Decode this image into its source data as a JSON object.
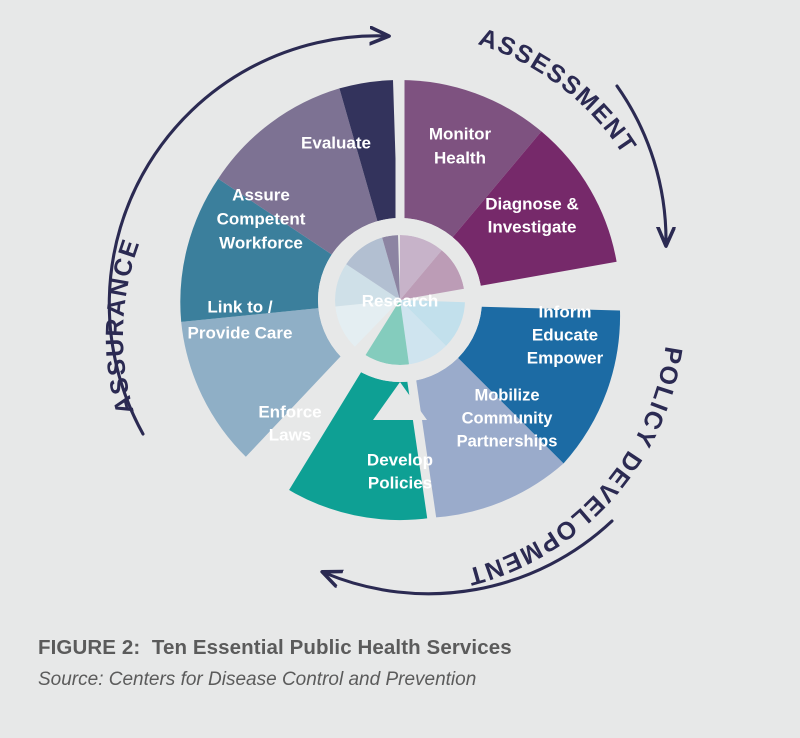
{
  "figure": {
    "caption_title": "FIGURE 2:  Ten Essential Public Health Services",
    "caption_source": "Source: Centers for Disease Control and Prevention",
    "background_color": "#e7e8e8",
    "arc_label_color": "#2b2a52",
    "caption_color": "#5b5b5b"
  },
  "arc_labels": [
    {
      "id": "assessment",
      "text": "ASSESSMENT"
    },
    {
      "id": "policy-development",
      "text": "POLICY DEVELOPMENT"
    },
    {
      "id": "assurance",
      "text": "ASSURANCE"
    }
  ],
  "hub": {
    "label": "Research"
  },
  "chart_data": {
    "type": "pie",
    "title": "Ten Essential Public Health Services",
    "subtitle": "Source: Centers for Disease Control and Prevention",
    "center_label": "Research",
    "legend": [
      "ASSESSMENT",
      "POLICY DEVELOPMENT",
      "ASSURANCE"
    ],
    "categories": [
      "Monitor Health",
      "Diagnose & Investigate",
      "Inform Educate Empower",
      "Mobilize Community Partnerships",
      "Develop Policies",
      "Enforce Laws",
      "Link to / Provide Care",
      "Assure Competent Workforce",
      "Evaluate"
    ],
    "values": [
      40,
      40,
      40,
      40,
      40,
      40,
      40,
      40,
      40
    ],
    "colors": [
      "#7e5280",
      "#76296a",
      "#1c6ba4",
      "#9aabcb",
      "#0ea094",
      "#8fafc6",
      "#3b7f9c",
      "#7d7293",
      "#33335c"
    ],
    "grid": false,
    "legend_position": "outer-ring"
  },
  "segments": [
    {
      "id": "monitor-health",
      "lines": [
        "Monitor",
        "Health"
      ],
      "color": "#7e5280",
      "inner_color": "#c7b3c9",
      "group": "ASSESSMENT",
      "start": -90,
      "end": -50
    },
    {
      "id": "diagnose-investigate",
      "lines": [
        "Diagnose &",
        "Investigate"
      ],
      "color": "#76296a",
      "inner_color": "#bc9cb6",
      "group": "ASSESSMENT",
      "start": -50,
      "end": -10
    },
    {
      "id": "inform-educate-empower",
      "lines": [
        "Inform",
        "Educate",
        "Empower"
      ],
      "color": "#1c6ba4",
      "inner_color": "#c2e0ec",
      "group": "POLICY DEVELOPMENT",
      "start": 2,
      "end": 42
    },
    {
      "id": "mobilize-community-partnerships",
      "lines": [
        "Mobilize",
        "Community",
        "Partnerships"
      ],
      "color": "#9aabcb",
      "inner_color": "#cfe4ef",
      "group": "POLICY DEVELOPMENT",
      "start": 42,
      "end": 82
    },
    {
      "id": "develop-policies",
      "lines": [
        "Develop",
        "Policies"
      ],
      "color": "#0ea094",
      "inner_color": "#84ccbd",
      "group": "POLICY DEVELOPMENT",
      "start": 82,
      "end": 122
    },
    {
      "id": "enforce-laws",
      "lines": [
        "Enforce",
        "Laws"
      ],
      "color": "#8fafc6",
      "inner_color": "#e4eef2",
      "group": "ASSURANCE",
      "start": 134,
      "end": 174
    },
    {
      "id": "link-to-provide-care",
      "lines": [
        "Link to /",
        "Provide Care"
      ],
      "color": "#3b7f9c",
      "inner_color": "#cfe0e8",
      "group": "ASSURANCE",
      "start": 174,
      "end": 214
    },
    {
      "id": "assure-competent-workforce",
      "lines": [
        "Assure",
        "Competent",
        "Workforce"
      ],
      "color": "#7d7293",
      "inner_color": "#b2bfd1",
      "group": "ASSURANCE",
      "start": 214,
      "end": 254
    },
    {
      "id": "evaluate",
      "lines": [
        "Evaluate"
      ],
      "color": "#33335c",
      "inner_color": "#8c84a2",
      "group": "ASSURANCE",
      "start": 254,
      "end": 278
    }
  ]
}
